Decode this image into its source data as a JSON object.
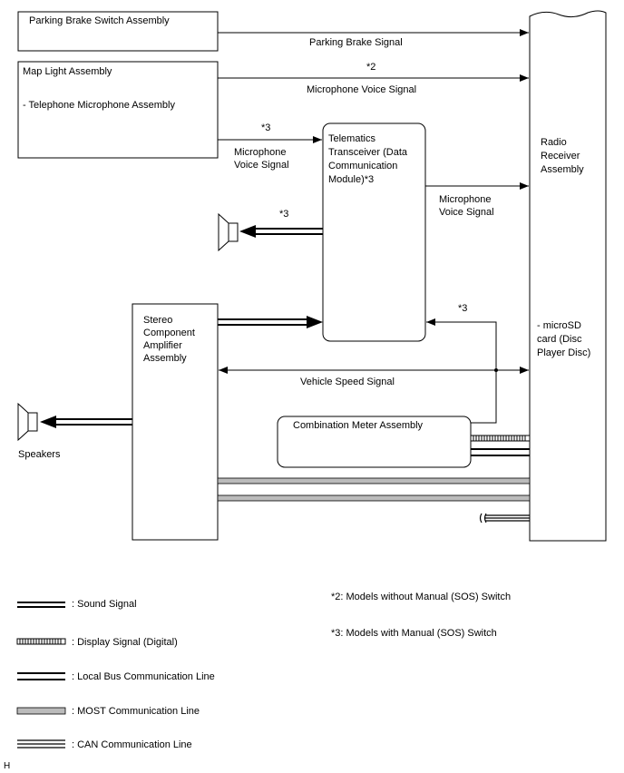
{
  "boxes": {
    "parking_brake": "Parking Brake Switch Assembly",
    "map_light": "Map Light Assembly",
    "map_light_sub": "- Telephone Microphone Assembly",
    "telematics": "Telematics Transceiver (Data Communication Module)*3",
    "radio": "Radio Receiver Assembly",
    "radio_sub": "- microSD card (Disc Player Disc)",
    "stereo": "Stereo Component Amplifier Assembly",
    "combo_meter": "Combination Meter Assembly",
    "speakers": "Speakers"
  },
  "signals": {
    "parking_brake": "Parking Brake Signal",
    "mic_note_top": "*2",
    "mic_top": "Microphone Voice Signal",
    "mic_note_mid": "*3",
    "mic_mid": "Microphone Voice Signal",
    "mic_right": "Microphone Voice Signal",
    "speaker_note": "*3",
    "telematics_note": "*3",
    "vehicle_speed": "Vehicle Speed Signal"
  },
  "legend": {
    "sound": ": Sound Signal",
    "display": ": Display Signal (Digital)",
    "local_bus": ": Local Bus Communication Line",
    "most": ": MOST Communication Line",
    "can": ": CAN Communication Line"
  },
  "notes": {
    "n2": "*2: Models without Manual (SOS) Switch",
    "n3": "*3: Models with Manual (SOS) Switch"
  },
  "footer": "H"
}
